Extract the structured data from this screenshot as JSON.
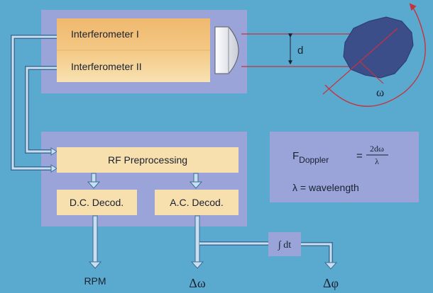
{
  "blocks": {
    "interferometer_1": "Interferometer I",
    "interferometer_2": "Interferometer II",
    "rf_preprocessing": "RF Preprocessing",
    "dc_decoder": "D.C. Decod.",
    "ac_decoder": "A.C. Decod.",
    "integrator": "∫ dt"
  },
  "labels": {
    "beam_distance": "d",
    "rotation": "ω"
  },
  "outputs": {
    "rpm": "RPM",
    "delta_omega": "Δω",
    "delta_phi": "Δφ"
  },
  "formula": {
    "lhs_main": "F",
    "lhs_sub": "Doppler",
    "equals": "=",
    "numerator": "2dω",
    "denominator": "λ",
    "definition": "λ = wavelength"
  },
  "colors": {
    "background": "#5aa9cf",
    "panel": "#9aa4d8",
    "block_orange": "#f2c27a",
    "block_light": "#f7dfae",
    "arrow_fill": "#c9def0",
    "arrow_edge": "#3c6f95",
    "beam": "#c8323c",
    "object": "#3b4e8a"
  }
}
